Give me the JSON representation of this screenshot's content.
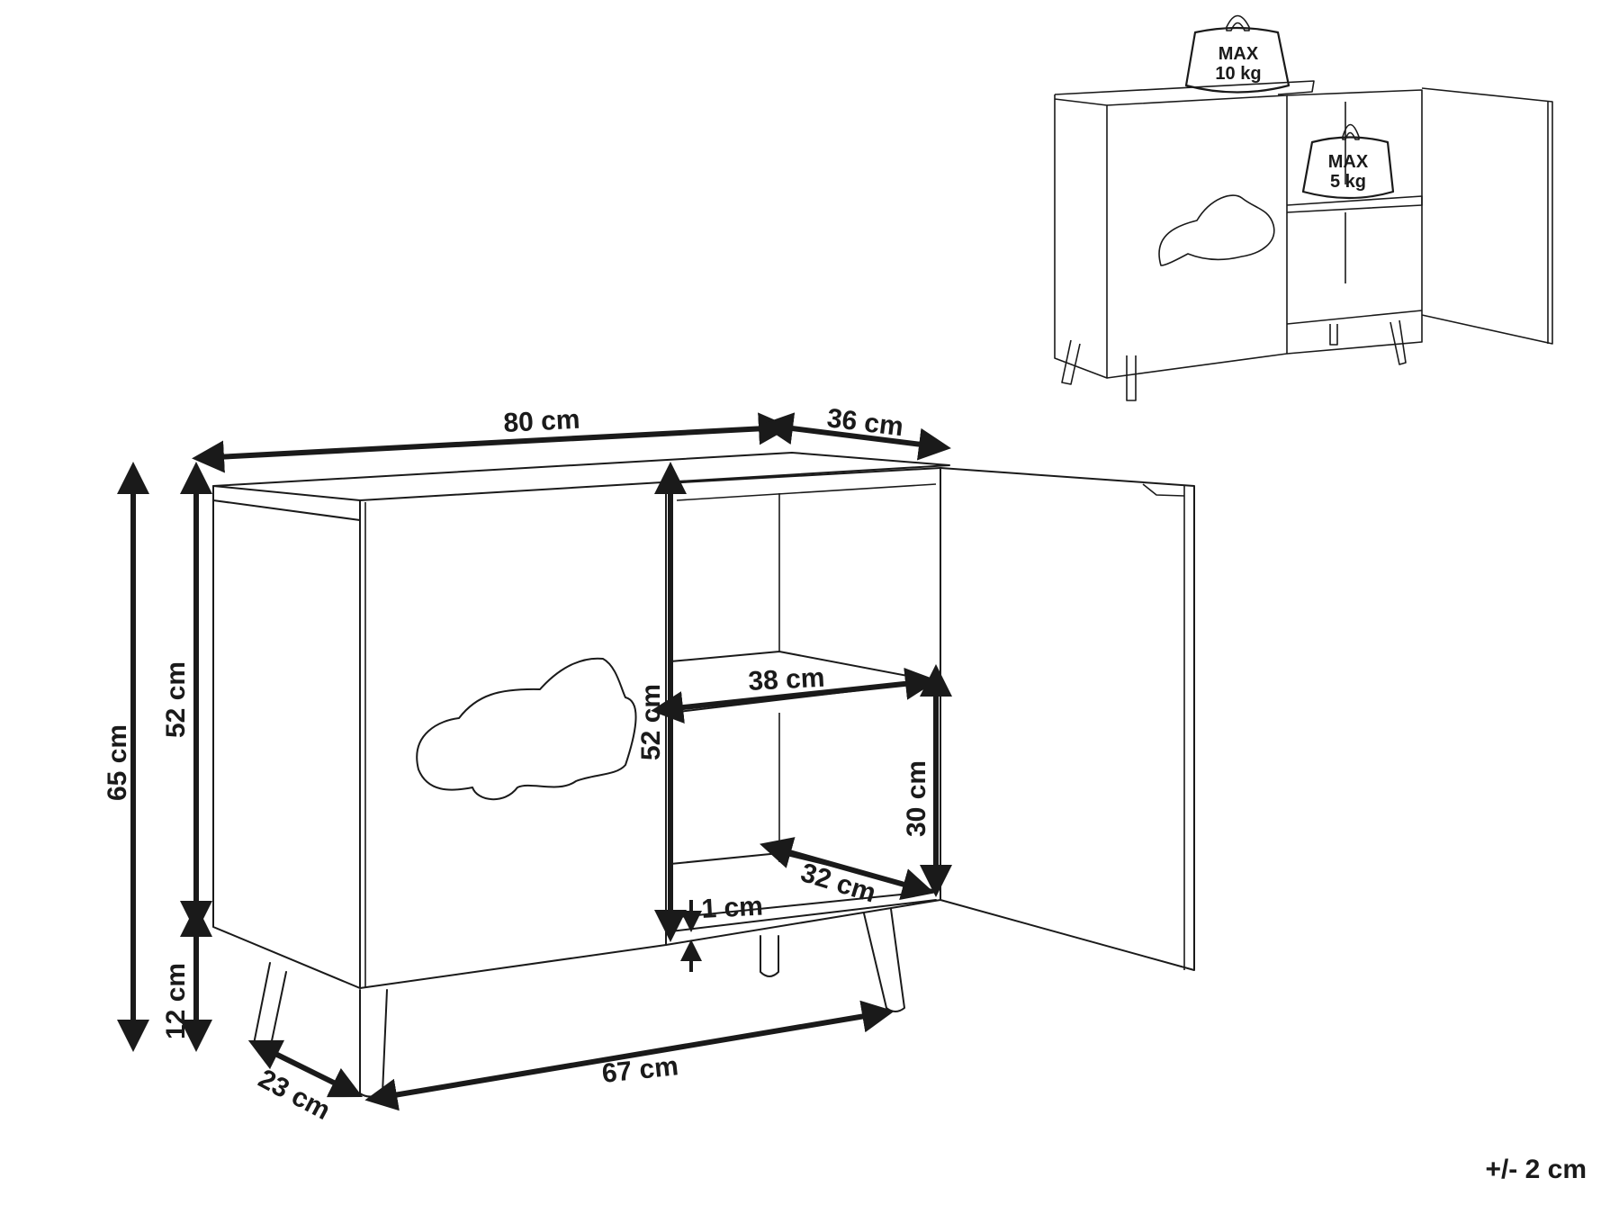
{
  "diagram": {
    "title": "Sideboard dimensions with cloud door",
    "subject": "two-door cabinet with cloud cutout handle, open right door, shelf, four tapered legs",
    "dimensions": {
      "width": "80 cm",
      "depth": "36 cm",
      "total_height": "65 cm",
      "body_height": "52 cm",
      "leg_height": "12 cm",
      "inner_height": "52 cm",
      "shelf_width": "38 cm",
      "lower_compartment_height": "30 cm",
      "inner_depth": "32 cm",
      "bottom_panel_thickness": "1 cm",
      "leg_span_width": "67 cm",
      "leg_span_depth": "23 cm"
    },
    "load_limits": {
      "top": {
        "line1": "MAX",
        "line2": "10 kg"
      },
      "shelf": {
        "line1": "MAX",
        "line2": "5 kg"
      }
    },
    "tolerance": "+/- 2 cm"
  }
}
